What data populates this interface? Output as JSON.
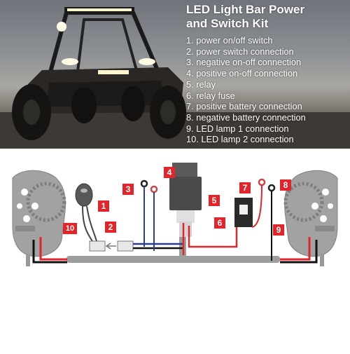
{
  "title_line1": "LED Light Bar Power",
  "title_line2": "and Switch Kit",
  "legend": [
    "1. power on/off switch",
    "2. power switch connection",
    "3. negative on-off connection",
    "4. positive on-off connection",
    "5. relay",
    "6. relay fuse",
    "7. positive battery connection",
    "8. negative battery connection",
    "9. LED lamp 1 connection",
    "10. LED lamp 2 connection"
  ],
  "callouts": [
    "1",
    "2",
    "3",
    "4",
    "5",
    "6",
    "7",
    "8",
    "9",
    "10"
  ],
  "colors": {
    "callout": "#e0262b",
    "positive_wire": "#e0262b",
    "negative_wire": "#111111",
    "switch_wire": "#2a3f8f"
  }
}
